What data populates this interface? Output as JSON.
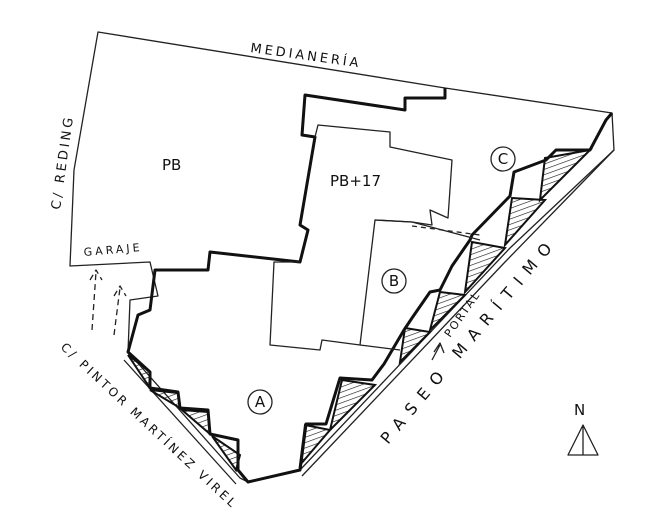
{
  "labels": {
    "medianeria": "MEDIANERÍA",
    "reding": "C/ REDING",
    "pb": "PB",
    "pb17": "PB+17",
    "garaje": "GARAJE",
    "pintor": "C/ PINTOR MARTÍNEZ VIREL",
    "paseo": "PASEO MARÍTIMO",
    "portal": "PORTAL",
    "north": "N"
  },
  "zones": {
    "a": "A",
    "b": "B",
    "c": "C"
  }
}
